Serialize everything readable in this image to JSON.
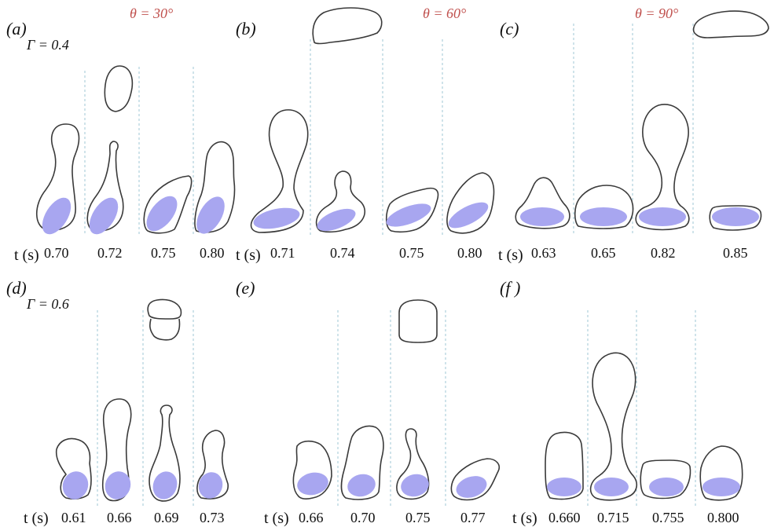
{
  "colors": {
    "outline": "#3a3a3a",
    "fill": "#a8a6f0",
    "divider": "#9fc7d4",
    "theta": "#c0504d"
  },
  "angles": {
    "a": "θ = 30°",
    "b": "θ = 60°",
    "c": "θ = 90°"
  },
  "gamma": {
    "top": "Γ = 0.4",
    "bottom": "Γ = 0.6"
  },
  "time_axis_label": "t (s)",
  "panels": [
    {
      "label": "(a)",
      "times": [
        "0.70",
        "0.72",
        "0.75",
        "0.80"
      ]
    },
    {
      "label": "(b)",
      "times": [
        "0.71",
        "0.74",
        "0.75",
        "0.80"
      ]
    },
    {
      "label": "(c)",
      "times": [
        "0.63",
        "0.65",
        "0.82",
        "0.85"
      ]
    },
    {
      "label": "(d)",
      "times": [
        "0.61",
        "0.66",
        "0.69",
        "0.73"
      ]
    },
    {
      "label": "(e)",
      "times": [
        "0.66",
        "0.70",
        "0.75",
        "0.77"
      ]
    },
    {
      "label": "(f )",
      "times": [
        "0.660",
        "0.715",
        "0.755",
        "0.800"
      ]
    }
  ]
}
